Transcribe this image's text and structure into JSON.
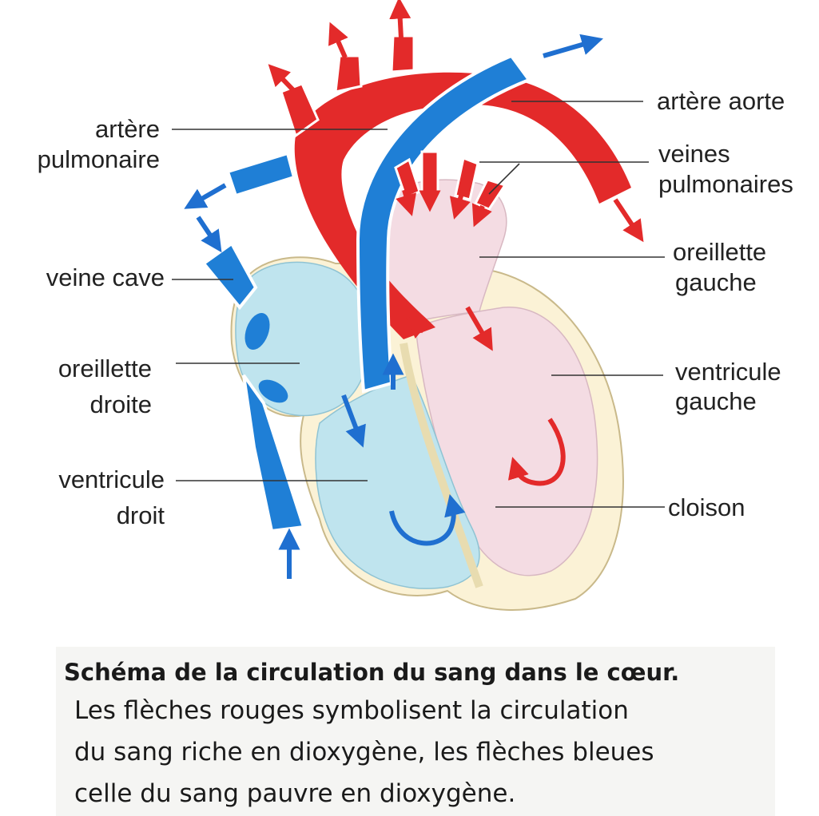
{
  "labels": {
    "artere_aorte": "artère aorte",
    "artere_pulmonaire_1": "artère",
    "artere_pulmonaire_2": "pulmonaire",
    "veines_pulmonaires_1": "veines",
    "veines_pulmonaires_2": "pulmonaires",
    "veine_cave": "veine cave",
    "oreillette_gauche_1": "oreillette",
    "oreillette_gauche_2": "gauche",
    "oreillette_droite_1": "oreillette",
    "oreillette_droite_2": "droite",
    "ventricule_gauche_1": "ventricule",
    "ventricule_gauche_2": "gauche",
    "ventricule_droit_1": "ventricule",
    "ventricule_droit_2": "droit",
    "cloison": "cloison"
  },
  "caption": {
    "title": "Schéma de la circulation du sang dans le cœur.",
    "line1": "Les flèches rouges symbolisent la circulation",
    "line2": "du sang riche en dioxygène, les flèches bleues",
    "line3": "celle du sang pauvre en dioxygène."
  },
  "colors": {
    "oxygen_rich": "#e32a2a",
    "oxygen_poor": "#1f7fd6",
    "right_heart_fill": "#bfe4ee",
    "left_heart_fill": "#f4dce3",
    "heart_wall": "#fbf2d6"
  }
}
